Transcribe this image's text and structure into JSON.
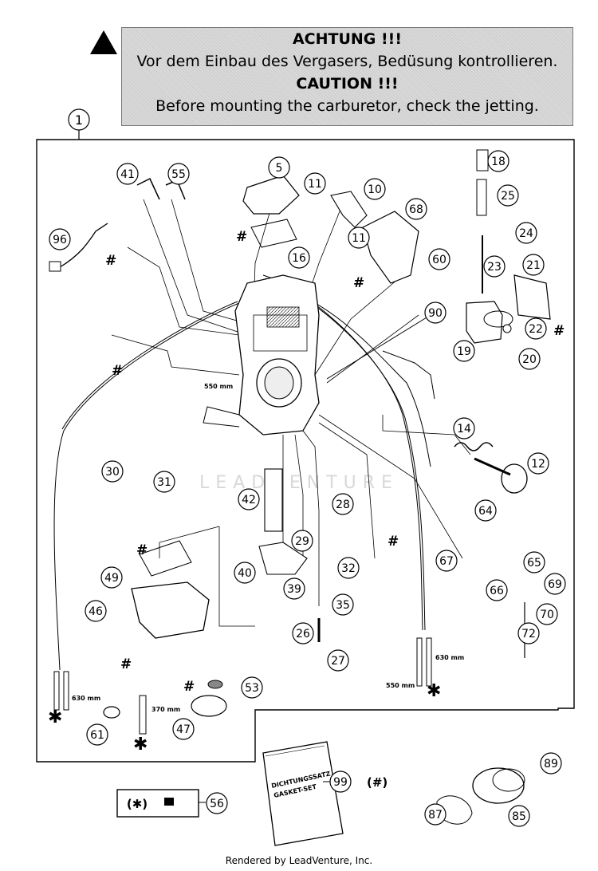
{
  "warning": {
    "de_title": "ACHTUNG !!!",
    "de_text": "Vor dem Einbau des Vergasers, Bedüsung kontrollieren.",
    "en_title": "CAUTION !!!",
    "en_text": "Before mounting the carburetor, check the jetting."
  },
  "assembly_callout": "1",
  "callouts": [
    {
      "id": "c41",
      "label": "41"
    },
    {
      "id": "c55",
      "label": "55"
    },
    {
      "id": "c5",
      "label": "5"
    },
    {
      "id": "c11a",
      "label": "11"
    },
    {
      "id": "c10",
      "label": "10"
    },
    {
      "id": "c18",
      "label": "18"
    },
    {
      "id": "c25",
      "label": "25"
    },
    {
      "id": "c68",
      "label": "68"
    },
    {
      "id": "c11b",
      "label": "11"
    },
    {
      "id": "c24",
      "label": "24"
    },
    {
      "id": "c96",
      "label": "96"
    },
    {
      "id": "c16",
      "label": "16"
    },
    {
      "id": "c60",
      "label": "60"
    },
    {
      "id": "c23",
      "label": "23"
    },
    {
      "id": "c21",
      "label": "21"
    },
    {
      "id": "c90",
      "label": "90"
    },
    {
      "id": "c22",
      "label": "22"
    },
    {
      "id": "c19",
      "label": "19"
    },
    {
      "id": "c20",
      "label": "20"
    },
    {
      "id": "c14",
      "label": "14"
    },
    {
      "id": "c12",
      "label": "12"
    },
    {
      "id": "c30",
      "label": "30"
    },
    {
      "id": "c31",
      "label": "31"
    },
    {
      "id": "c42",
      "label": "42"
    },
    {
      "id": "c28",
      "label": "28"
    },
    {
      "id": "c64",
      "label": "64"
    },
    {
      "id": "c29",
      "label": "29"
    },
    {
      "id": "c32",
      "label": "32"
    },
    {
      "id": "c67",
      "label": "67"
    },
    {
      "id": "c65",
      "label": "65"
    },
    {
      "id": "c40",
      "label": "40"
    },
    {
      "id": "c49",
      "label": "49"
    },
    {
      "id": "c39",
      "label": "39"
    },
    {
      "id": "c66",
      "label": "66"
    },
    {
      "id": "c69",
      "label": "69"
    },
    {
      "id": "c46",
      "label": "46"
    },
    {
      "id": "c35",
      "label": "35"
    },
    {
      "id": "c70",
      "label": "70"
    },
    {
      "id": "c26",
      "label": "26"
    },
    {
      "id": "c72",
      "label": "72"
    },
    {
      "id": "c27",
      "label": "27"
    },
    {
      "id": "c53",
      "label": "53"
    },
    {
      "id": "c61",
      "label": "61"
    },
    {
      "id": "c47",
      "label": "47"
    },
    {
      "id": "c89",
      "label": "89"
    },
    {
      "id": "c56",
      "label": "56"
    },
    {
      "id": "c99",
      "label": "99"
    },
    {
      "id": "c87",
      "label": "87"
    },
    {
      "id": "c85",
      "label": "85"
    }
  ],
  "measurements": {
    "m550a": "550 mm",
    "m630a": "630 mm",
    "m370": "370 mm",
    "m630b": "630 mm",
    "m550b": "550 mm"
  },
  "markers": {
    "hash": "#",
    "star": "✱"
  },
  "kit_56_label": "(✱)",
  "kit_99_label": "(#)",
  "gasket_set": {
    "line1": "DICHTUNGSSATZ",
    "line2": "GASKET-SET"
  },
  "watermark": "LEADVENTURE",
  "footer": "Rendered by LeadVenture, Inc."
}
